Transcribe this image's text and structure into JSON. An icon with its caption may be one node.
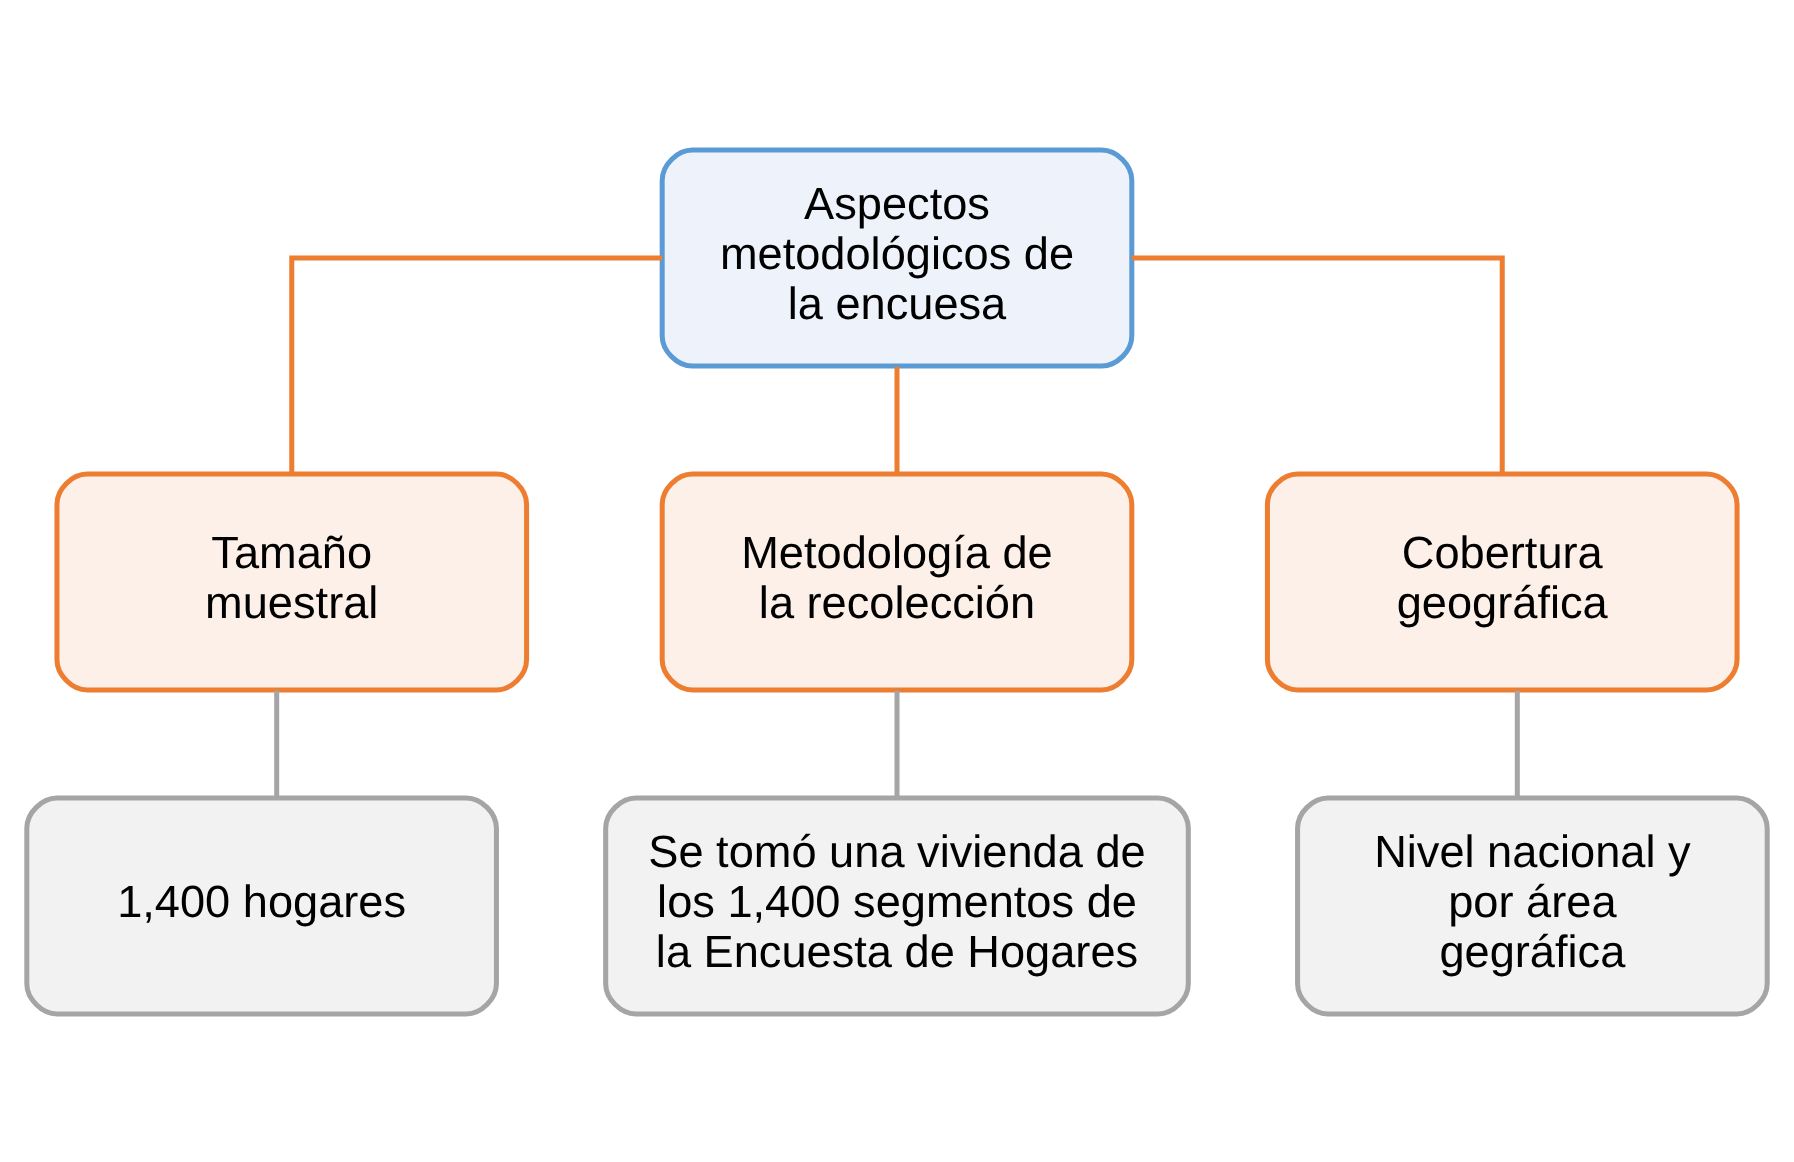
{
  "diagram": {
    "nodes": [
      {
        "text": [
          "Aspectos metodológicos de la encuesa"
        ]
      },
      {
        "text": [
          "Tamaño muestral"
        ]
      },
      {
        "text": [
          "Metodología de la recolección"
        ]
      },
      {
        "text": [
          "Cobertura geográfica"
        ]
      },
      {
        "text": [
          "1,400 hogares"
        ]
      },
      {
        "text": [
          "Se tomó una vivienda de los 1,400 segmentos de la Encuesta de Hogares"
        ]
      },
      {
        "text": [
          "Nivel nacional y por área gegráfica"
        ]
      }
    ],
    "edges": [
      {
        "from": 0,
        "to": 1,
        "arrow": "none",
        "color": "#ed7d31"
      },
      {
        "from": 0,
        "to": 2,
        "arrow": "none",
        "color": "#ed7d31"
      },
      {
        "from": 0,
        "to": 3,
        "arrow": "none",
        "color": "#ed7d31"
      },
      {
        "from": 1,
        "to": 4,
        "arrow": "none",
        "color": "#a5a5a5"
      },
      {
        "from": 2,
        "to": 5,
        "arrow": "none",
        "color": "#a5a5a5"
      },
      {
        "from": 3,
        "to": 6,
        "arrow": "none",
        "color": "#a5a5a5"
      }
    ]
  }
}
